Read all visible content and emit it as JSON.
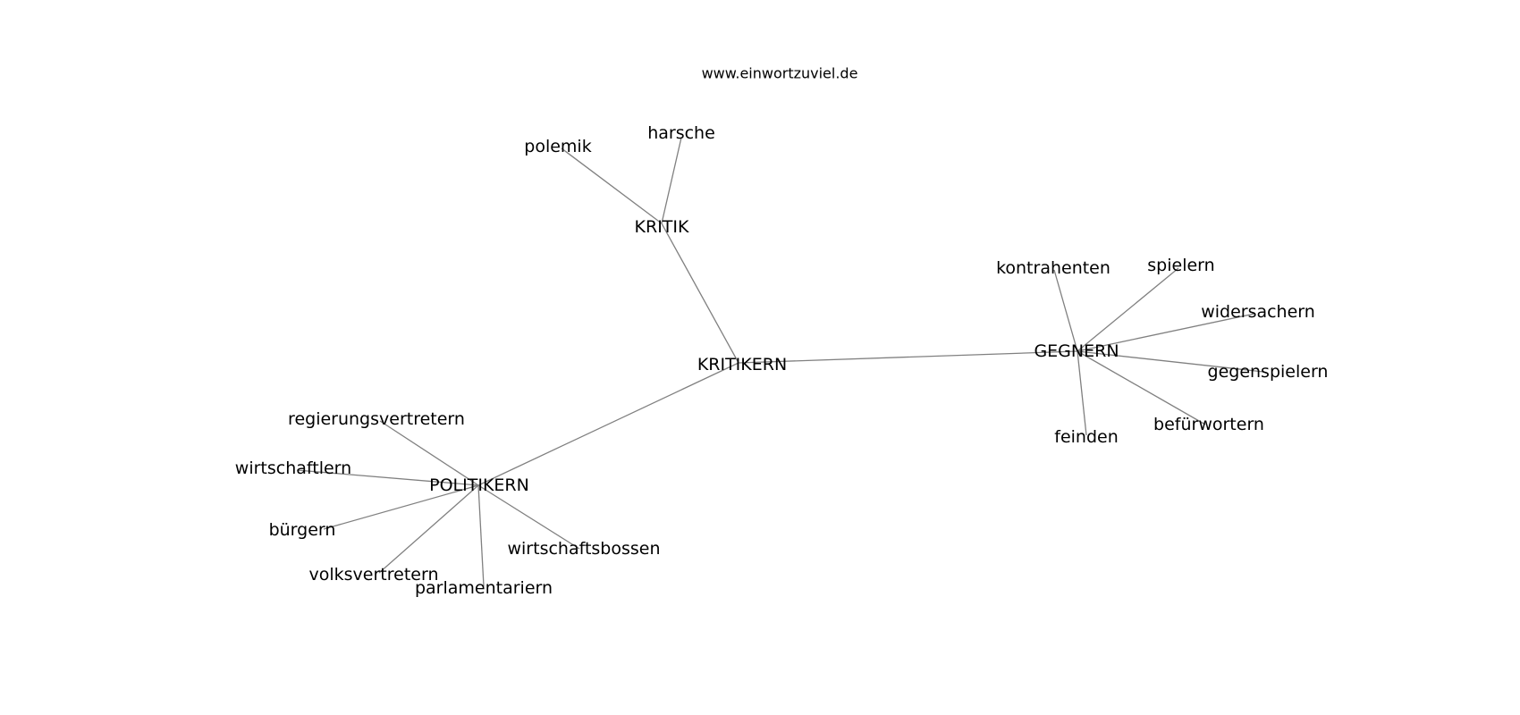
{
  "header": {
    "site": "www.einwortzuviel.de"
  },
  "graph": {
    "nodes": [
      {
        "id": "kritikern",
        "label": "KRITIKERN"
      },
      {
        "id": "kritik",
        "label": "KRITIK"
      },
      {
        "id": "politikern",
        "label": "POLITIKERN"
      },
      {
        "id": "gegnern",
        "label": "GEGNERN"
      },
      {
        "id": "polemik",
        "label": "polemik"
      },
      {
        "id": "harsche",
        "label": "harsche"
      },
      {
        "id": "regierungsvertretern",
        "label": "regierungsvertretern"
      },
      {
        "id": "wirtschaftlern",
        "label": "wirtschaftlern"
      },
      {
        "id": "buergern",
        "label": "bürgern"
      },
      {
        "id": "volksvertretern",
        "label": "volksvertretern"
      },
      {
        "id": "parlamentariern",
        "label": "parlamentariern"
      },
      {
        "id": "wirtschaftsbossen",
        "label": "wirtschaftsbossen"
      },
      {
        "id": "kontrahenten",
        "label": "kontrahenten"
      },
      {
        "id": "spielern",
        "label": "spielern"
      },
      {
        "id": "widersachern",
        "label": "widersachern"
      },
      {
        "id": "gegenspielern",
        "label": "gegenspielern"
      },
      {
        "id": "befuerwortern",
        "label": "befürwortern"
      },
      {
        "id": "feinden",
        "label": "feinden"
      }
    ],
    "edges": [
      [
        "kritikern",
        "kritik"
      ],
      [
        "kritikern",
        "politikern"
      ],
      [
        "kritikern",
        "gegnern"
      ],
      [
        "kritik",
        "polemik"
      ],
      [
        "kritik",
        "harsche"
      ],
      [
        "politikern",
        "regierungsvertretern"
      ],
      [
        "politikern",
        "wirtschaftlern"
      ],
      [
        "politikern",
        "buergern"
      ],
      [
        "politikern",
        "volksvertretern"
      ],
      [
        "politikern",
        "parlamentariern"
      ],
      [
        "politikern",
        "wirtschaftsbossen"
      ],
      [
        "gegnern",
        "kontrahenten"
      ],
      [
        "gegnern",
        "spielern"
      ],
      [
        "gegnern",
        "widersachern"
      ],
      [
        "gegnern",
        "gegenspielern"
      ],
      [
        "gegnern",
        "befuerwortern"
      ],
      [
        "gegnern",
        "feinden"
      ]
    ]
  }
}
